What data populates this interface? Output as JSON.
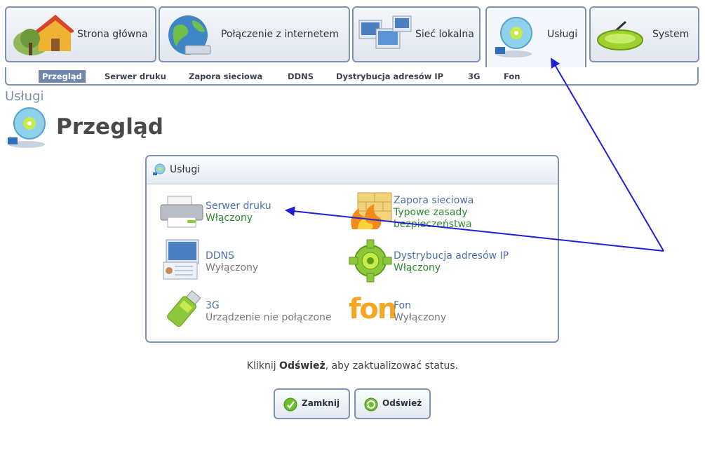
{
  "tabs": [
    {
      "label": "Strona główna",
      "icon": "home-icon"
    },
    {
      "label": "Połączenie z internetem",
      "icon": "globe-icon"
    },
    {
      "label": "Sieć lokalna",
      "icon": "network-icon"
    },
    {
      "label": "Usługi",
      "icon": "services-disc-icon",
      "active": true
    },
    {
      "label": "System",
      "icon": "router-icon"
    }
  ],
  "subnav": [
    "Przegląd",
    "Serwer druku",
    "Zapora sieciowa",
    "DDNS",
    "Dystrybucja adresów IP",
    "3G",
    "Fon"
  ],
  "breadcrumb": "Usługi",
  "page_title": "Przegląd",
  "panel": {
    "title": "Usługi",
    "services": [
      {
        "name": "Serwer druku",
        "status": "Włączony",
        "icon": "printer-icon",
        "status_color": "green"
      },
      {
        "name": "Zapora sieciowa",
        "status": "Typowe zasady bezpieczeństwa",
        "status_line1": "Typowe zasady",
        "status_line2": "bezpieczeństwa",
        "icon": "firewall-icon",
        "status_color": "green"
      },
      {
        "name": "DDNS",
        "status": "Wyłączony",
        "icon": "ddns-icon",
        "status_color": "grey"
      },
      {
        "name": "Dystrybucja adresów IP",
        "status": "Włączony",
        "icon": "gear-icon",
        "status_color": "green"
      },
      {
        "name": "3G",
        "status": "Urządzenie nie połączone",
        "icon": "usb-modem-icon",
        "status_color": "grey"
      },
      {
        "name": "Fon",
        "status": "Wyłączony",
        "icon": "fon-logo",
        "status_color": "grey",
        "logo_text": "fon"
      }
    ]
  },
  "hint": {
    "before": "Kliknij ",
    "bold": "Odśwież",
    "after": ", aby zaktualizować status."
  },
  "buttons": {
    "close": "Zamknij",
    "refresh": "Odśwież"
  },
  "colors": {
    "annotation_arrow": "#1f1fd6",
    "accent": "#6f87ad",
    "border": "#7f93b0",
    "enabled": "#2f8a2f",
    "link": "#4b6fa8"
  }
}
